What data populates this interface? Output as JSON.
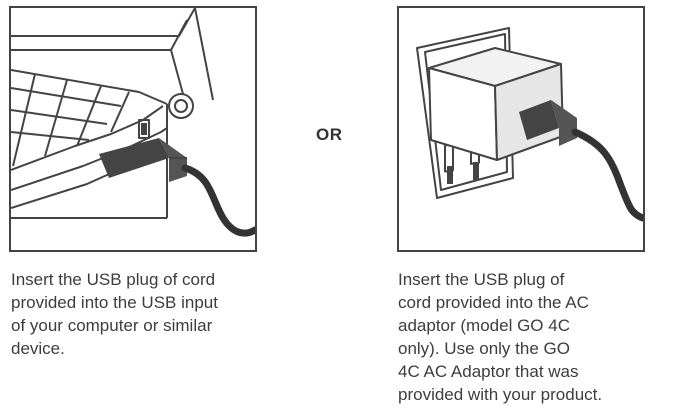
{
  "steps": {
    "computer": {
      "caption": "Insert the USB plug of cord\nprovided into the USB input\nof your computer or similar\ndevice."
    },
    "separator": "OR",
    "adaptor": {
      "caption": "Insert the USB plug of\ncord provided into the AC\nadaptor (model GO 4C\nonly). Use only the GO\n4C AC Adaptor that was\nprovided with your product."
    }
  },
  "colors": {
    "line": "#444444",
    "fill": "#dddddd",
    "cord": "#333333"
  },
  "icons": [
    "laptop-icon",
    "usb-plug-icon",
    "wall-outlet-icon",
    "ac-adaptor-icon"
  ]
}
